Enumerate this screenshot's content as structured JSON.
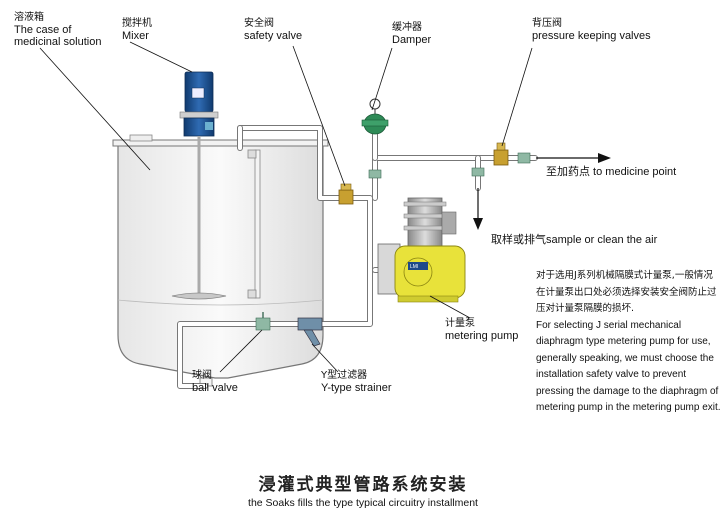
{
  "labels": {
    "tank": {
      "cn": "溶液箱",
      "en1": "The case of",
      "en2": "medicinal solution"
    },
    "mixer": {
      "cn": "搅拌机",
      "en": "Mixer"
    },
    "safety_valve": {
      "cn": "安全阀",
      "en": "safety valve"
    },
    "damper": {
      "cn": "缓冲器",
      "en": "Damper"
    },
    "pressure_valve": {
      "cn": "背压阀",
      "en": "pressure keeping valves"
    },
    "medicine_point": "至加药点 to medicine point",
    "sample": "取样或排气sample or clean the air",
    "ball_valve": {
      "cn": "球阀",
      "en": "ball valve"
    },
    "strainer": {
      "cn": "Y型过滤器",
      "en": "Y-type strainer"
    },
    "pump": {
      "cn": "计量泵",
      "en": "metering pump"
    }
  },
  "note": {
    "cn": "对于选用J系列机械隔膜式计量泵,一般情况在计量泵出口处必须选择安装安全阀防止过压对计量泵隔膜的损坏.",
    "en": "For selecting J serial mechanical diaphragm type metering pump for use, generally speaking, we must choose the installation safety valve to prevent pressing the damage to the diaphragm of metering pump in the metering pump exit."
  },
  "title": {
    "cn": "浸灌式典型管路系统安装",
    "en": "the Soaks fills the type typical circuitry installment"
  },
  "colors": {
    "pipe_fill": "#ffffff",
    "pipe_stroke": "#666666",
    "valve_gold": "#c8a030",
    "valve_green": "#8fb8a4",
    "damper_green": "#2e8b57",
    "motor_blue": "#1c4f8f",
    "pump_yellow": "#e8e23a"
  },
  "icons": {
    "tank": "tank-icon",
    "mixer": "mixer-motor-icon",
    "pump": "metering-pump-icon",
    "valve": "valve-icon",
    "damper": "damper-icon",
    "strainer": "y-strainer-icon",
    "arrow": "arrow-icon"
  }
}
